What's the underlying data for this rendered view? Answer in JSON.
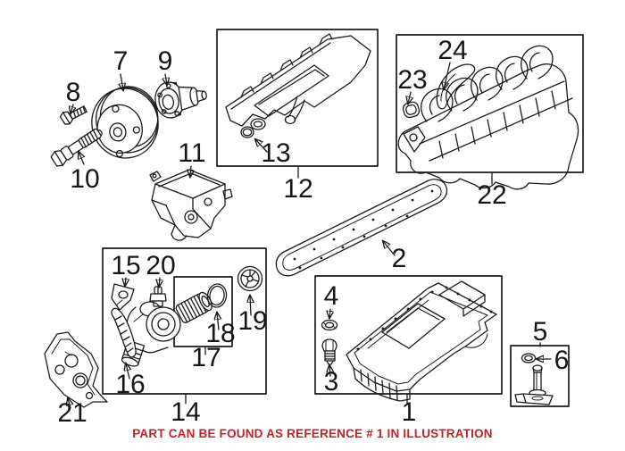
{
  "caption": {
    "text": "PART CAN BE FOUND AS REFERENCE # 1 IN ILLUSTRATION",
    "color": "#C42127"
  },
  "diagram": {
    "line_color": "#1A1A1A",
    "background": "#FFFFFF",
    "label_color": "#161616"
  },
  "callouts": {
    "c1": "1",
    "c2": "2",
    "c3": "3",
    "c4": "4",
    "c5": "5",
    "c6": "6",
    "c7": "7",
    "c8": "8",
    "c9": "9",
    "c10": "10",
    "c11": "11",
    "c12": "12",
    "c13": "13",
    "c14": "14",
    "c15": "15",
    "c16": "16",
    "c17": "17",
    "c18": "18",
    "c19": "19",
    "c20": "20",
    "c21": "21",
    "c22": "22",
    "c23": "23",
    "c24": "24"
  }
}
